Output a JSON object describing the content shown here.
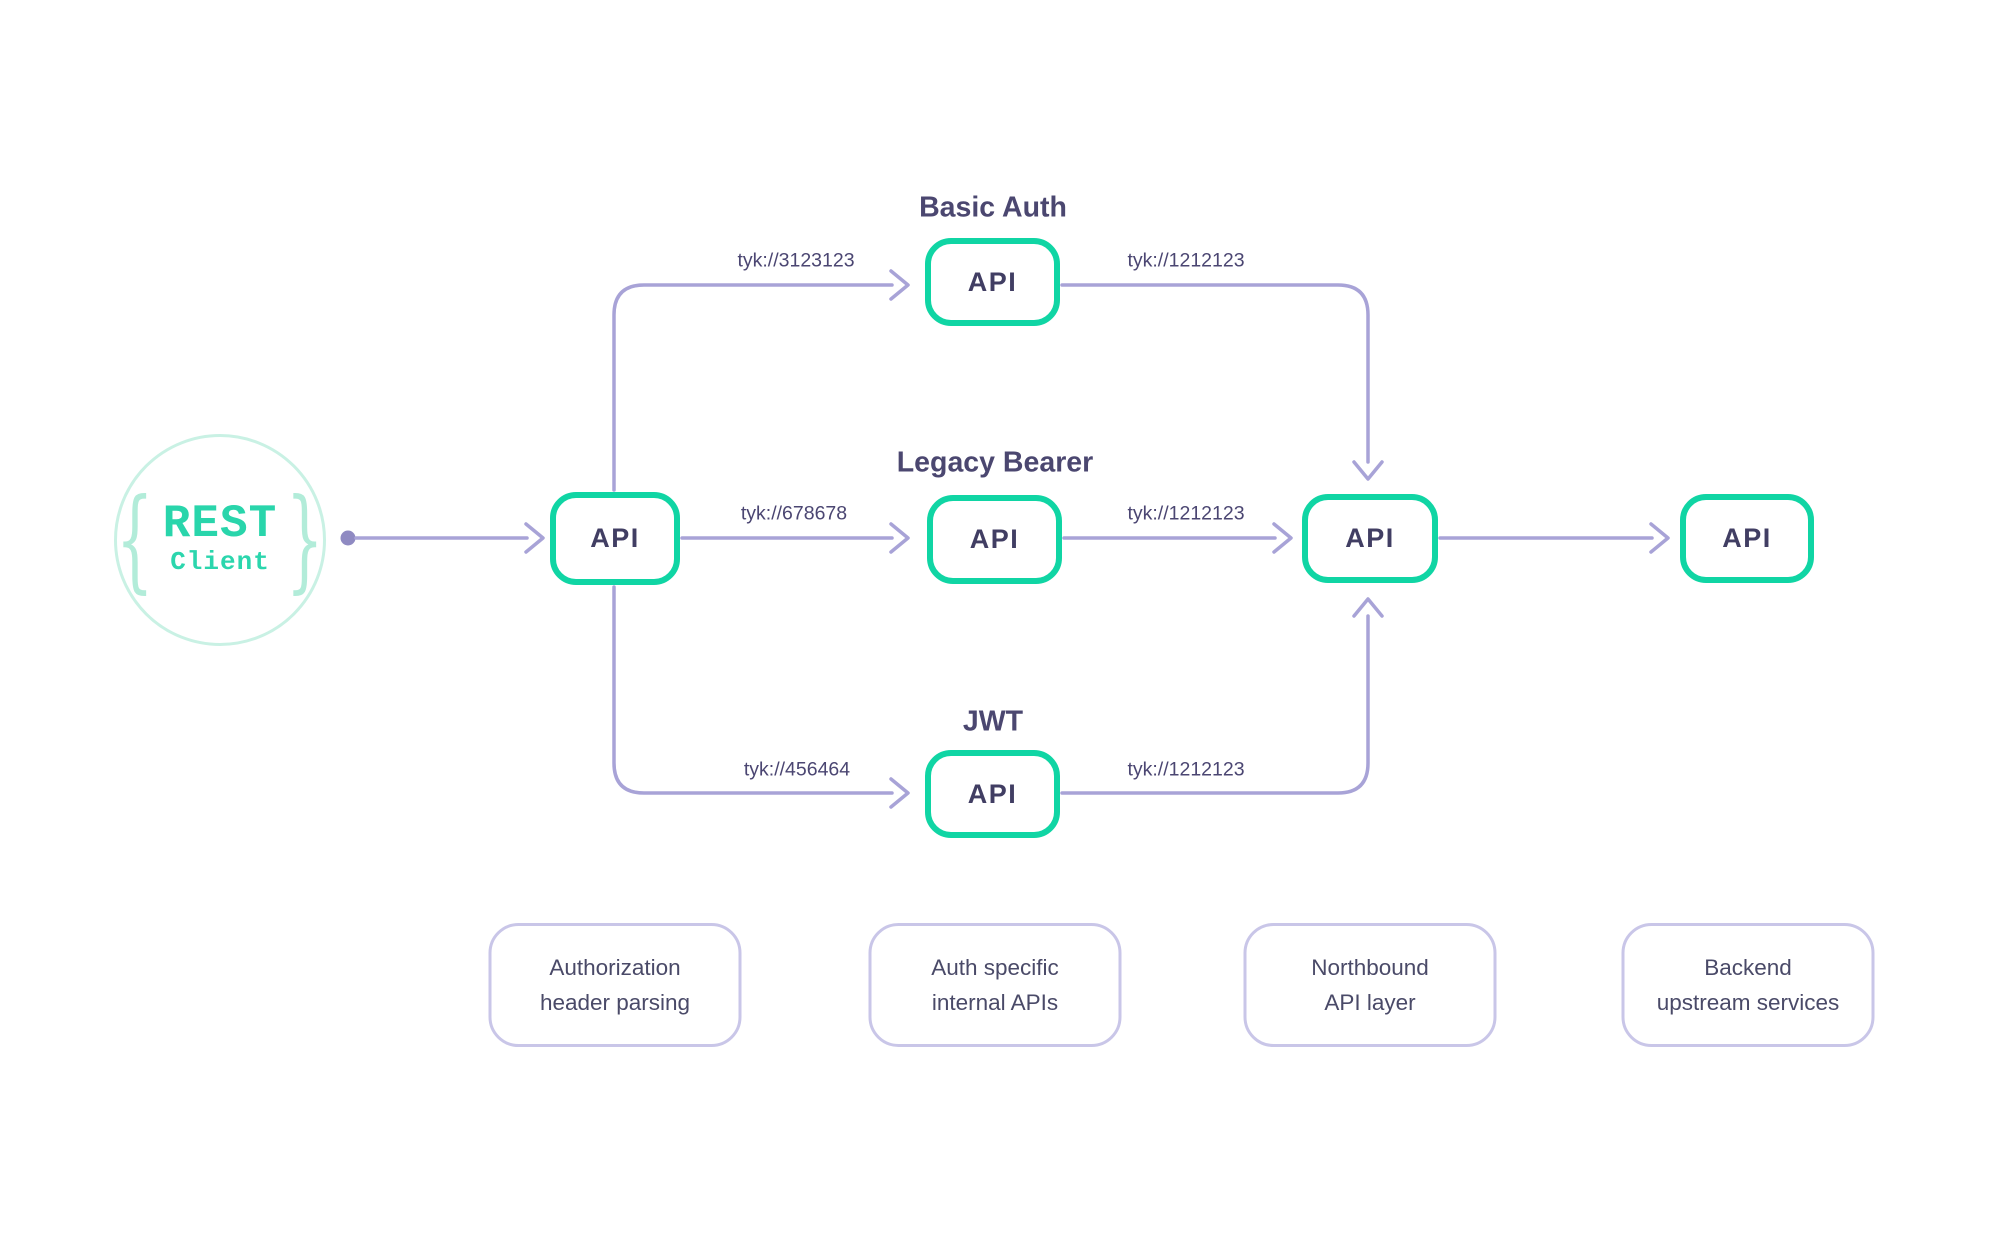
{
  "diagram": {
    "client": {
      "brace_left": "{",
      "brace_right": "}",
      "name_line1": "REST",
      "name_line2": "Client"
    },
    "gateway_api": {
      "label": "API"
    },
    "auth_routes": [
      {
        "title": "Basic Auth",
        "api_label": "API",
        "in_edge": "tyk://3123123",
        "out_edge": "tyk://1212123"
      },
      {
        "title": "Legacy Bearer",
        "api_label": "API",
        "in_edge": "tyk://678678",
        "out_edge": "tyk://1212123"
      },
      {
        "title": "JWT",
        "api_label": "API",
        "in_edge": "tyk://456464",
        "out_edge": "tyk://1212123"
      }
    ],
    "northbound_api": {
      "label": "API"
    },
    "backend_api": {
      "label": "API"
    },
    "captions": [
      {
        "line1": "Authorization",
        "line2": "header parsing"
      },
      {
        "line1": "Auth specific",
        "line2": "internal APIs"
      },
      {
        "line1": "Northbound",
        "line2": "API layer"
      },
      {
        "line1": "Backend",
        "line2": "upstream services"
      }
    ],
    "colors": {
      "teal_border": "#10d5a4",
      "teal_text": "#29d5ab",
      "mint_ring": "#c9f1e4",
      "mint_brace": "#b2ecd9",
      "connector_lavender": "#a8a3d7",
      "caption_border": "#c9c6e8",
      "slate_text": "#4b4672"
    }
  }
}
